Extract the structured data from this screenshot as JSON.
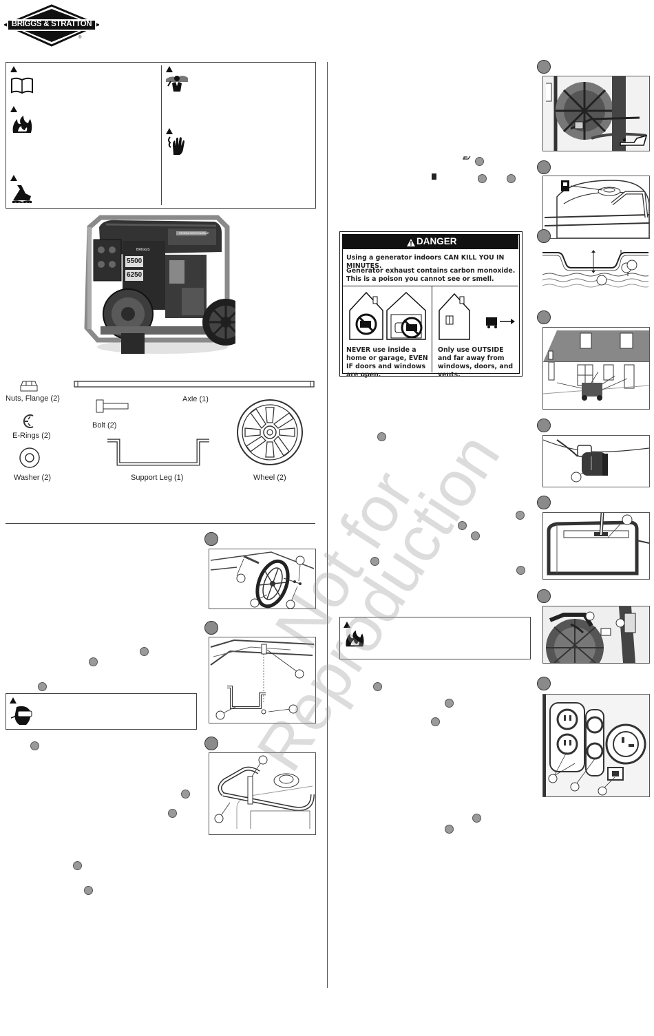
{
  "brand": {
    "name": "BRIGGS & STRATTON",
    "registered": "®"
  },
  "safety_icons": [
    "book-icon",
    "fire-icon",
    "burn-icon",
    "shock-icon",
    "kickback-icon",
    "goggles-icon"
  ],
  "parts": {
    "nuts": "Nuts, Flange (2)",
    "axle": "Axle (1)",
    "bolt": "Bolt (2)",
    "erings": "E-Rings (2)",
    "washer": "Washer (2)",
    "support_leg": "Support Leg (1)",
    "wheel": "Wheel (2)"
  },
  "danger": {
    "header": "DANGER",
    "line1": "Using a generator indoors CAN KILL YOU IN MINUTES.",
    "line2": "Generator exhaust contains carbon monoxide. This is a poison you cannot see or smell.",
    "never": "NEVER use inside a home or garage, EVEN IF doors and windows are open.",
    "only": "Only use OUTSIDE and far away from windows, doors, and vents."
  },
  "generator_panel": {
    "model": "STORM RESPONSIBLE",
    "watts_running": "5500",
    "watts_starting": "6250",
    "badge": "BRIGGS"
  },
  "watermark": {
    "line1": "Not for",
    "line2": "Reproduction"
  }
}
